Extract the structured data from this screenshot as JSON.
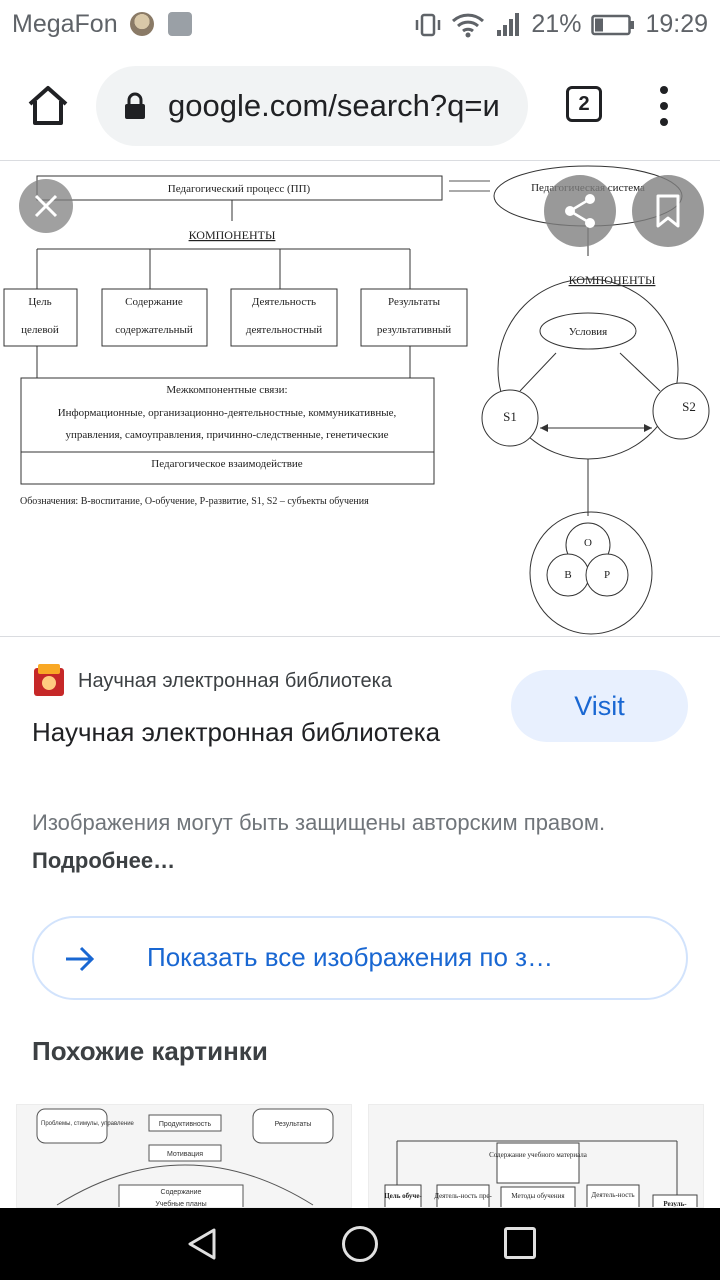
{
  "status_bar": {
    "carrier": "MegaFon",
    "battery": "21%",
    "time": "19:29"
  },
  "browser": {
    "url": "google.com/search?q=и",
    "tab_count": "2",
    "icons": [
      "home-icon",
      "lock-icon",
      "tabs-icon",
      "more-vert-icon"
    ]
  },
  "preview": {
    "diagram": {
      "process_title": "Педагогический процесс (ПП)",
      "system_title": "Педагогическая система",
      "components_left": "КОМПОНЕНТЫ",
      "components_right": "КОМПОНЕНТЫ",
      "boxes": [
        {
          "line1": "Цель",
          "line2": "целевой"
        },
        {
          "line1": "Содержание",
          "line2": "содержательный"
        },
        {
          "line1": "Деятельность",
          "line2": "деятельностный"
        },
        {
          "line1": "Результаты",
          "line2": "результативный"
        }
      ],
      "links_title": "Межкомпонентные связи:",
      "links_line1": "Информационные, организационно-деятельностные, коммуникативные,",
      "links_line2": "управления, самоуправления, причинно-следственные, генетические",
      "interaction": "Педагогическое взаимодействие",
      "legend": "Обозначения: В-воспитание, О-обучение, Р-развитие, S1, S2 – субъекты обучения",
      "conditions": "Условия",
      "s1": "S1",
      "s2": "S2",
      "o": "О",
      "v": "В",
      "r": "Р"
    }
  },
  "source": {
    "site_name": "Научная электронная библиотека",
    "title": "Научная электронная библиотека",
    "visit_label": "Visit",
    "copyright_text": "Изображения могут быть защищены авторским правом.",
    "more_link": "Подробнее…"
  },
  "show_all": {
    "label": "Показать все изображения по з…"
  },
  "related": {
    "title": "Похожие картинки",
    "thumb1": {
      "labels": [
        "Проблемы, стимулы, управление",
        "Продуктивность",
        "Результаты",
        "Мотивация",
        "Содержание",
        "Учебные планы"
      ]
    },
    "thumb2": {
      "labels": [
        "Содержание учебного материала",
        "Цель обуче-",
        "Деятель-ность пре-",
        "Методы обучения",
        "Деятель-ность",
        "Резуль-"
      ]
    }
  },
  "nav": {
    "icons": [
      "back-icon",
      "home-circle-icon",
      "recents-icon"
    ]
  }
}
